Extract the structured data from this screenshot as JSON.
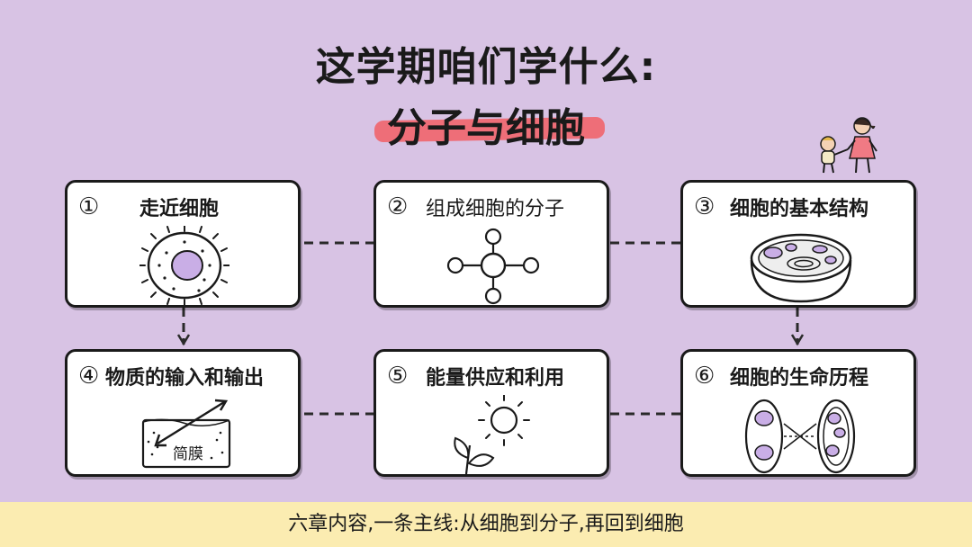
{
  "title": {
    "line1": "这学期咱们学什么:",
    "line2": "分子与细胞"
  },
  "cards": [
    {
      "num": "①",
      "label": "走近细胞",
      "icon": "cell-icon"
    },
    {
      "num": "②",
      "label": "组成细胞的分子",
      "icon": "molecule-icon"
    },
    {
      "num": "③",
      "label": "细胞的基本结构",
      "icon": "cell-structure-icon"
    },
    {
      "num": "④",
      "label": "物质的输入和输出",
      "icon": "membrane-icon",
      "icon_text": "简膜"
    },
    {
      "num": "⑤",
      "label": "能量供应和利用",
      "icon": "sun-plant-icon"
    },
    {
      "num": "⑥",
      "label": "细胞的生命历程",
      "icon": "cell-division-icon"
    }
  ],
  "footer": "六章内容,一条主线:从细胞到分子,再回到细胞",
  "colors": {
    "background": "#d8c3e4",
    "highlight": "#ee6e78",
    "footer_bg": "#fbecb1",
    "cell_purple": "#c9aee6"
  }
}
